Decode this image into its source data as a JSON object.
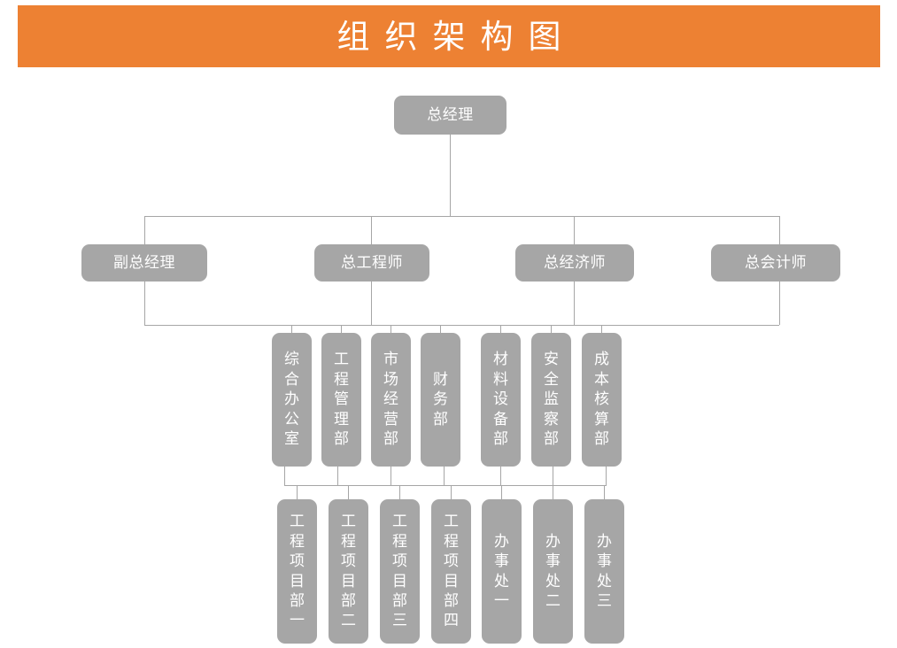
{
  "title": {
    "text": "组织架构图",
    "banner_color": "#ED8133",
    "text_color": "#FFFFFF"
  },
  "theme": {
    "node_fill": "#A6A6A6",
    "node_text": "#FFFFFF",
    "connector_color": "#A6A6A6",
    "background": "#FFFFFF"
  },
  "chart_data": {
    "type": "diagram",
    "diagram_kind": "organizational-chart",
    "title": "组织架构图",
    "orientation": "top-down",
    "levels": 4,
    "nodes": [
      {
        "id": "n0",
        "label": "总经理",
        "level": 0,
        "text_orientation": "horizontal",
        "parent": null
      },
      {
        "id": "n1",
        "label": "副总经理",
        "level": 1,
        "text_orientation": "horizontal",
        "parent": "n0"
      },
      {
        "id": "n2",
        "label": "总工程师",
        "level": 1,
        "text_orientation": "horizontal",
        "parent": "n0"
      },
      {
        "id": "n3",
        "label": "总经济师",
        "level": 1,
        "text_orientation": "horizontal",
        "parent": "n0"
      },
      {
        "id": "n4",
        "label": "总会计师",
        "level": 1,
        "text_orientation": "horizontal",
        "parent": "n0"
      },
      {
        "id": "n5",
        "label": "综合办公室",
        "level": 2,
        "text_orientation": "vertical",
        "parent": "level1-bus"
      },
      {
        "id": "n6",
        "label": "工程管理部",
        "level": 2,
        "text_orientation": "vertical",
        "parent": "level1-bus"
      },
      {
        "id": "n7",
        "label": "市场经营部",
        "level": 2,
        "text_orientation": "vertical",
        "parent": "level1-bus"
      },
      {
        "id": "n8",
        "label": "财务部",
        "level": 2,
        "text_orientation": "vertical",
        "parent": "level1-bus"
      },
      {
        "id": "n9",
        "label": "材料设备部",
        "level": 2,
        "text_orientation": "vertical",
        "parent": "level1-bus"
      },
      {
        "id": "n10",
        "label": "安全监察部",
        "level": 2,
        "text_orientation": "vertical",
        "parent": "level1-bus"
      },
      {
        "id": "n11",
        "label": "成本核算部",
        "level": 2,
        "text_orientation": "vertical",
        "parent": "level1-bus"
      },
      {
        "id": "n12",
        "label": "工程项目部一",
        "level": 3,
        "text_orientation": "vertical",
        "parent": "level2-bus"
      },
      {
        "id": "n13",
        "label": "工程项目部二",
        "level": 3,
        "text_orientation": "vertical",
        "parent": "level2-bus"
      },
      {
        "id": "n14",
        "label": "工程项目部三",
        "level": 3,
        "text_orientation": "vertical",
        "parent": "level2-bus"
      },
      {
        "id": "n15",
        "label": "工程项目部四",
        "level": 3,
        "text_orientation": "vertical",
        "parent": "level2-bus"
      },
      {
        "id": "n16",
        "label": "办事处一",
        "level": 3,
        "text_orientation": "vertical",
        "parent": "level2-bus"
      },
      {
        "id": "n17",
        "label": "办事处二",
        "level": 3,
        "text_orientation": "vertical",
        "parent": "level2-bus"
      },
      {
        "id": "n18",
        "label": "办事处三",
        "level": 3,
        "text_orientation": "vertical",
        "parent": "level2-bus"
      }
    ]
  },
  "nodes": {
    "top": {
      "label": "总经理"
    },
    "level1": [
      {
        "label": "副总经理"
      },
      {
        "label": "总工程师"
      },
      {
        "label": "总经济师"
      },
      {
        "label": "总会计师"
      }
    ],
    "level2": [
      {
        "label": "综合办公室"
      },
      {
        "label": "工程管理部"
      },
      {
        "label": "市场经营部"
      },
      {
        "label": "财务部"
      },
      {
        "label": "材料设备部"
      },
      {
        "label": "安全监察部"
      },
      {
        "label": "成本核算部"
      }
    ],
    "level3": [
      {
        "label": "工程项目部一"
      },
      {
        "label": "工程项目部二"
      },
      {
        "label": "工程项目部三"
      },
      {
        "label": "工程项目部四"
      },
      {
        "label": "办事处一"
      },
      {
        "label": "办事处二"
      },
      {
        "label": "办事处三"
      }
    ]
  }
}
